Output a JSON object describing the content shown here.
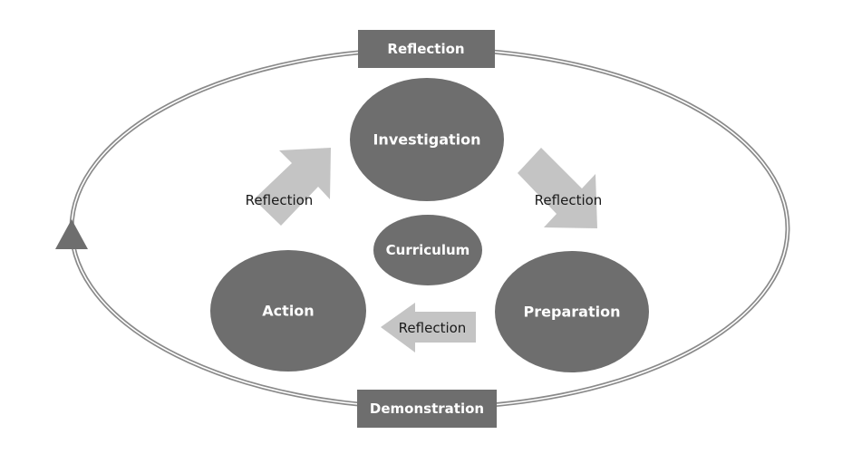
{
  "colors": {
    "node_fill": "#6e6e6e",
    "arrow_fill": "#c4c4c4",
    "ring_stroke": "#8a8a8a",
    "label_text": "#ffffff",
    "arrow_text": "#1a1a1a"
  },
  "outer_cycle": {
    "top_label": "Reflection",
    "bottom_label": "Demonstration",
    "direction_marker": "triangle-up-icon"
  },
  "nodes": {
    "investigation": "Investigation",
    "curriculum": "Curriculum",
    "action": "Action",
    "preparation": "Preparation"
  },
  "arrows": {
    "action_to_investigation": "Reflection",
    "investigation_to_preparation": "Reflection",
    "preparation_to_action": "Reflection"
  }
}
